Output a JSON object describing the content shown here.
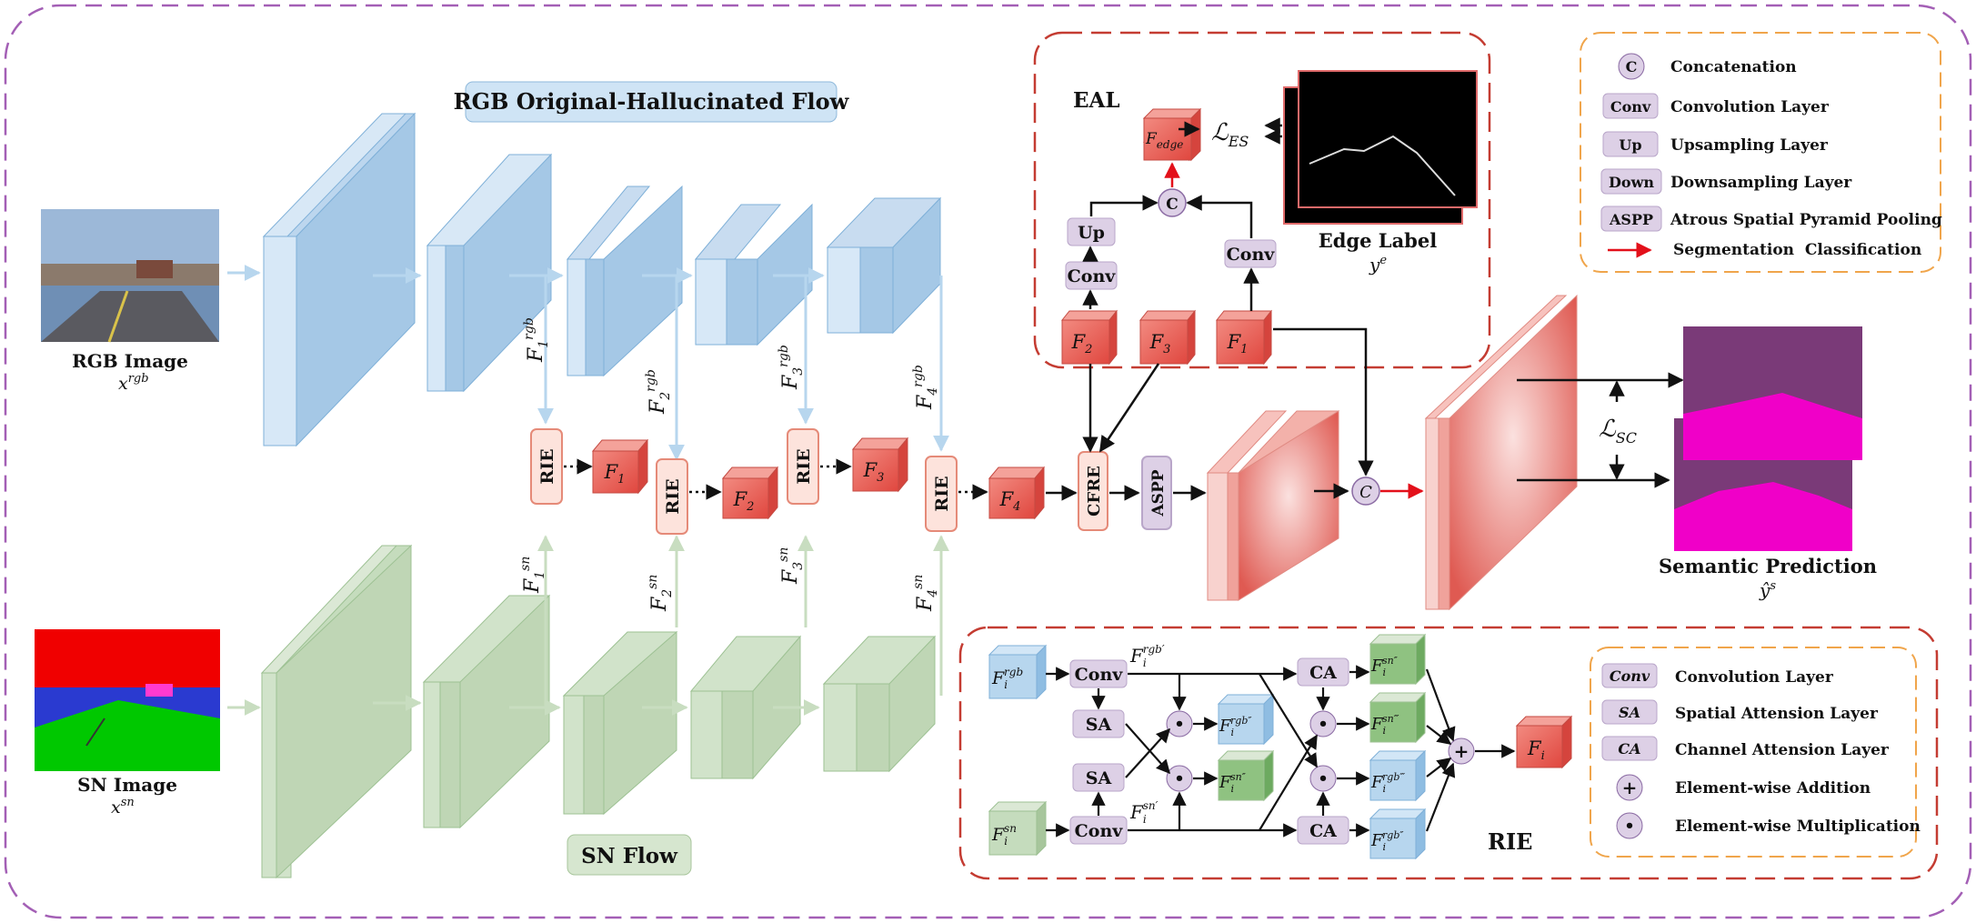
{
  "flows": {
    "rgb_title": "RGB Original-Hallucinated Flow",
    "sn_title": "SN Flow"
  },
  "inputs": {
    "rgb_label": "RGB Image",
    "rgb_var": "x",
    "rgb_var_sup": "rgb",
    "sn_label": "SN Image",
    "sn_var": "x",
    "sn_var_sup": "sn"
  },
  "feature_labels": {
    "rgb": [
      {
        "base": "F",
        "sub": "1",
        "sup": "rgb"
      },
      {
        "base": "F",
        "sub": "2",
        "sup": "rgb"
      },
      {
        "base": "F",
        "sub": "3",
        "sup": "rgb"
      },
      {
        "base": "F",
        "sub": "4",
        "sup": "rgb"
      }
    ],
    "sn": [
      {
        "base": "F",
        "sub": "1",
        "sup": "sn"
      },
      {
        "base": "F",
        "sub": "2",
        "sup": "sn"
      },
      {
        "base": "F",
        "sub": "3",
        "sup": "sn"
      },
      {
        "base": "F",
        "sub": "4",
        "sup": "sn"
      }
    ]
  },
  "modules": {
    "rie": "RIE",
    "cfre": "CFRE",
    "aspp": "ASPP",
    "concat": "C"
  },
  "fused_features": [
    {
      "base": "F",
      "sub": "1"
    },
    {
      "base": "F",
      "sub": "2"
    },
    {
      "base": "F",
      "sub": "3"
    },
    {
      "base": "F",
      "sub": "4"
    }
  ],
  "eal": {
    "title": "EAL",
    "f_edge_base": "F",
    "f_edge_sub": "edge",
    "loss_base": "ℒ",
    "loss_sub": "ES",
    "up": "Up",
    "conv": "Conv",
    "concat": "C",
    "edge_label": "Edge Label",
    "edge_var": "y",
    "edge_var_sup": "e"
  },
  "output": {
    "loss_base": "ℒ",
    "loss_sub": "SC",
    "label": "Semantic Prediction",
    "var": "ŷ",
    "var_sup": "s"
  },
  "legend_top": [
    {
      "sym": "C",
      "text": "Concatenation",
      "circle": true
    },
    {
      "sym": "Conv",
      "text": "Convolution Layer"
    },
    {
      "sym": "Up",
      "text": "Upsampling Layer"
    },
    {
      "sym": "Down",
      "text": "Downsampling Layer"
    },
    {
      "sym": "ASPP",
      "text": "Atrous Spatial Pyramid Pooling"
    },
    {
      "sym": "",
      "text": "Segmentation  Classification",
      "arrow": true
    }
  ],
  "rie_detail": {
    "title": "RIE",
    "in_rgb": {
      "base": "F",
      "sub": "i",
      "sup": "rgb"
    },
    "in_sn": {
      "base": "F",
      "sub": "i",
      "sup": "sn"
    },
    "conv": "Conv",
    "sa": "SA",
    "ca": "CA",
    "rgb_prime": {
      "base": "F",
      "sub": "i",
      "sup": "rgb′"
    },
    "sn_prime": {
      "base": "F",
      "sub": "i",
      "sup": "sn′"
    },
    "rgb_dprime": {
      "base": "F",
      "sub": "i",
      "sup": "rgb″"
    },
    "sn_dprime": {
      "base": "F",
      "sub": "i",
      "sup": "sn″"
    },
    "sn_tprime": {
      "base": "F",
      "sub": "i",
      "sup": "sn‴"
    },
    "rgb_tprime": {
      "base": "F",
      "sub": "i",
      "sup": "rgb‴"
    },
    "out": {
      "base": "F",
      "sub": "i"
    },
    "plus": "+",
    "dot": "•"
  },
  "legend_bottom": [
    {
      "sym": "Conv",
      "text": "Convolution Layer"
    },
    {
      "sym": "SA",
      "text": "Spatial Attension Layer"
    },
    {
      "sym": "CA",
      "text": "Channel Attension Layer"
    },
    {
      "sym": "+",
      "text": "Element-wise Addition",
      "circle": true
    },
    {
      "sym": "•",
      "text": "Element-wise Multiplication",
      "circle": true
    }
  ],
  "colors": {
    "rgb_flow": "#a8cbe6",
    "sn_flow": "#bfd6b5",
    "fused": "#e55c55",
    "module_fill": "#ddd0e6",
    "rie_fill": "#fde3dc",
    "dashed_purple": "#a35fb5",
    "dashed_red": "#c43c32",
    "dashed_orange": "#f0a54b",
    "arrow_red": "#e3101a"
  }
}
